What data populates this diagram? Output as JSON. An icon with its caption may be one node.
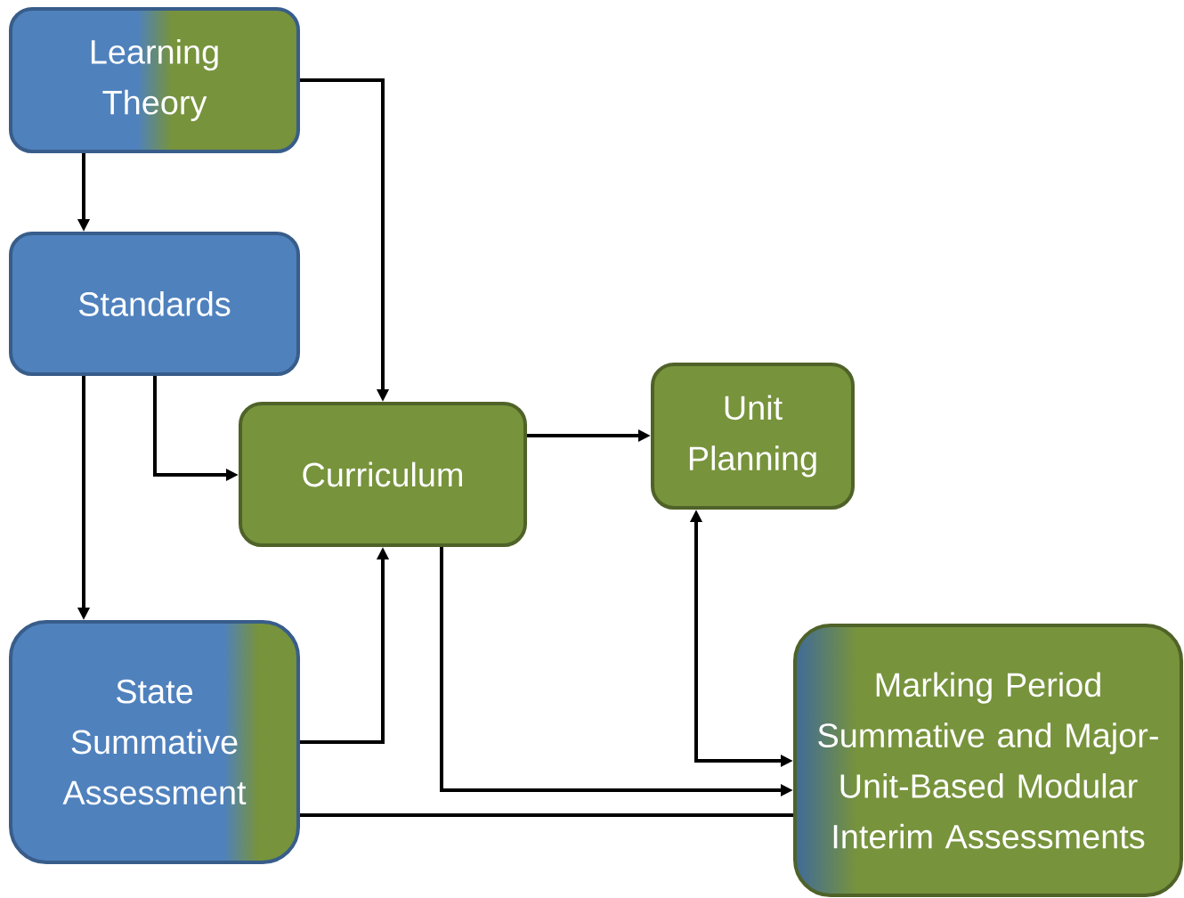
{
  "diagram": {
    "nodes": [
      {
        "text": [
          "Learning Theory"
        ]
      },
      {
        "text": [
          "Standards"
        ]
      },
      {
        "text": [
          "Curriculum"
        ]
      },
      {
        "text": [
          "Unit Planning"
        ]
      },
      {
        "text": [
          "State Summative Assessment"
        ]
      },
      {
        "text": [
          "Marking Period Summative and Major-Unit-Based Modular Interim Assessments"
        ]
      }
    ],
    "edges": [
      {
        "from": 0,
        "to": 1,
        "arrow": "to"
      },
      {
        "from": 0,
        "to": 2,
        "arrow": "to"
      },
      {
        "from": 1,
        "to": 2,
        "arrow": "to"
      },
      {
        "from": 1,
        "to": 4,
        "arrow": "to"
      },
      {
        "from": 2,
        "to": 3,
        "arrow": "to"
      },
      {
        "from": 4,
        "to": 2,
        "arrow": "to"
      },
      {
        "from": 2,
        "to": 5,
        "arrow": "to"
      },
      {
        "from": 3,
        "to": 5,
        "arrow": "both"
      },
      {
        "from": 4,
        "to": 5,
        "arrow": "none"
      }
    ]
  }
}
